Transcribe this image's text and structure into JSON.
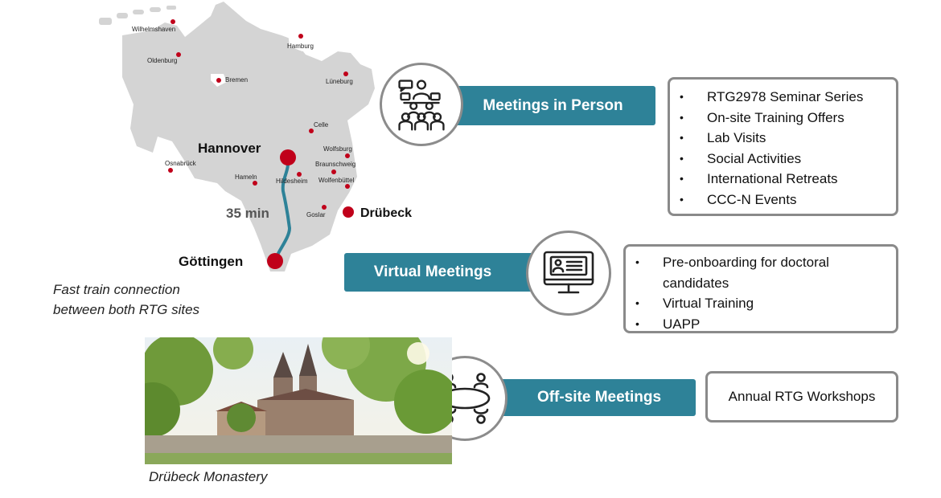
{
  "map": {
    "small_cities": [
      "Wilhelmshaven",
      "Oldenburg",
      "Bremen",
      "Hamburg",
      "Lüneburg",
      "Celle",
      "Wolfsburg",
      "Osnabrück",
      "Braunschweig",
      "Hameln",
      "Hildesheim",
      "Wolfenbüttel",
      "Goslar"
    ],
    "hannover": "Hannover",
    "goettingen": "Göttingen",
    "druebeck": "Drübeck",
    "duration": "35 min",
    "caption_lines": [
      "Fast train connection",
      "between both RTG sites"
    ],
    "colors": {
      "land": "#d4d4d4",
      "route": "#2e8298",
      "marker": "#c0001a"
    }
  },
  "sections": [
    {
      "title": "Meetings in Person",
      "icon": "group-meeting-icon",
      "items": [
        "RTG2978 Seminar Series",
        "On-site Training Offers",
        "Lab Visits",
        "Social Activities",
        "International Retreats",
        "CCC-N Events"
      ]
    },
    {
      "title": "Virtual Meetings",
      "icon": "monitor-profile-icon",
      "items": [
        "Pre-onboarding for doctoral candidates",
        "Virtual Training",
        "UAPP"
      ]
    },
    {
      "title": "Off-site Meetings",
      "icon": "round-table-icon",
      "items": [
        "Annual RTG Workshops"
      ]
    }
  ],
  "photo": {
    "caption": "Drübeck Monastery"
  },
  "colors": {
    "accent": "#2e8298",
    "border": "#8a8a8a"
  }
}
